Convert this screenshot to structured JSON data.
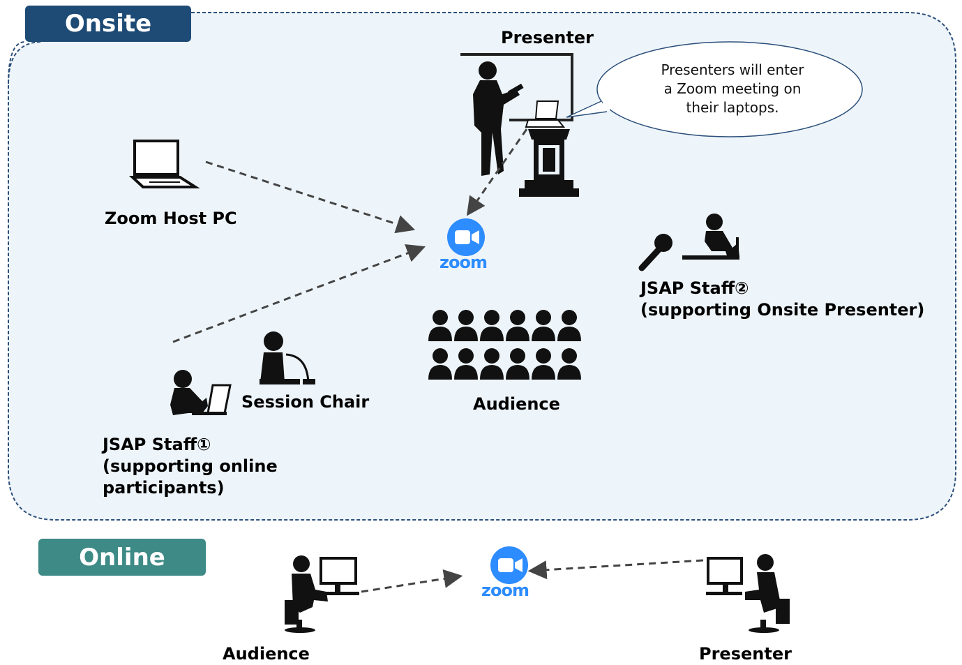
{
  "onsite": {
    "tag": "Onsite",
    "presenter_label": "Presenter",
    "bubble_lines": [
      "Presenters will enter",
      "a Zoom meeting on",
      "their laptops."
    ],
    "zoom_host_label": "Zoom Host PC",
    "zoom_text": "zoom",
    "staff2_line1": "JSAP Staff②",
    "staff2_line2": "(supporting Onsite Presenter)",
    "audience_label": "Audience",
    "session_chair_label": "Session Chair",
    "staff1_line1": "JSAP Staff①",
    "staff1_line2": "(supporting online",
    "staff1_line3": "participants)"
  },
  "online": {
    "tag": "Online",
    "zoom_text": "zoom",
    "audience_label": "Audience",
    "presenter_label": "Presenter"
  },
  "colors": {
    "onsite_tag": "#1e4b75",
    "online_tag": "#3d8a86",
    "onsite_area_fill": "#eef5fa",
    "onsite_area_border": "#2b4f7a",
    "zoom_blue": "#2d8cff",
    "arrow": "#444444"
  }
}
